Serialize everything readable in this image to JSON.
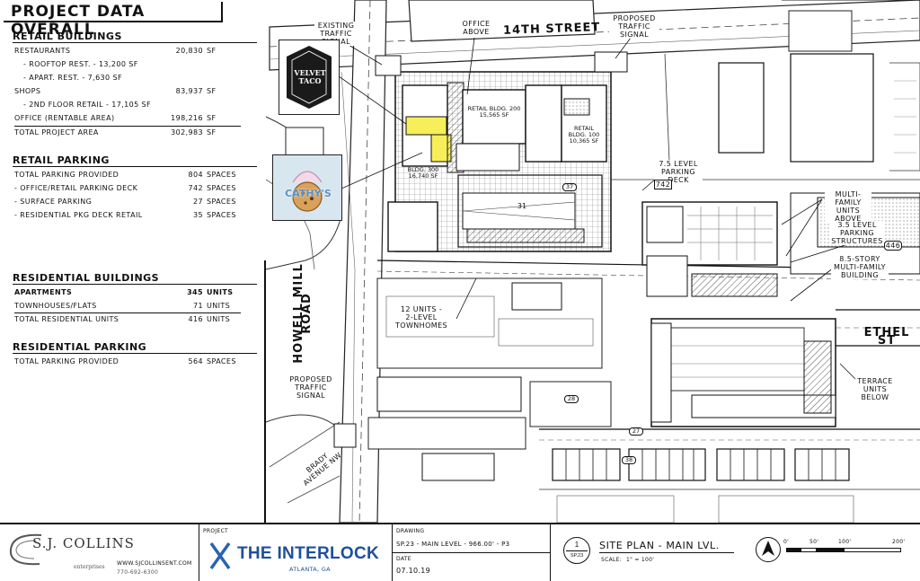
{
  "project_data": {
    "title": "PROJECT DATA OVERALL",
    "retail_buildings": {
      "heading": "RETAIL BUILDINGS",
      "rows": [
        {
          "label": "RESTAURANTS",
          "value": "20,830",
          "unit": "SF"
        },
        {
          "label": "- ROOFTOP REST. - 13,200 SF",
          "value": "",
          "unit": ""
        },
        {
          "label": "- APART. REST. - 7,630 SF",
          "value": "",
          "unit": ""
        },
        {
          "label": "SHOPS",
          "value": "83,937",
          "unit": "SF"
        },
        {
          "label": "- 2ND FLOOR RETAIL - 17,105 SF",
          "value": "",
          "unit": ""
        },
        {
          "label": "OFFICE (RENTABLE AREA)",
          "value": "198,216",
          "unit": "SF"
        },
        {
          "label": "TOTAL PROJECT AREA",
          "value": "302,983",
          "unit": "SF"
        }
      ]
    },
    "retail_parking": {
      "heading": "RETAIL PARKING",
      "rows": [
        {
          "label": "TOTAL PARKING PROVIDED",
          "value": "804",
          "unit": "SPACES"
        },
        {
          "label": "-  OFFICE/RETAIL PARKING DECK",
          "value": "742",
          "unit": "SPACES"
        },
        {
          "label": "-  SURFACE PARKING",
          "value": "27",
          "unit": "SPACES"
        },
        {
          "label": "-  RESIDENTIAL PKG DECK RETAIL",
          "value": "35",
          "unit": "SPACES"
        }
      ]
    },
    "residential_buildings": {
      "heading": "RESIDENTIAL BUILDINGS",
      "rows": [
        {
          "label": "APARTMENTS",
          "value": "345",
          "unit": "UNITS"
        },
        {
          "label": "TOWNHOUSES/FLATS",
          "value": "71",
          "unit": "UNITS"
        },
        {
          "label": "TOTAL RESIDENTIAL UNITS",
          "value": "416",
          "unit": "UNITS"
        }
      ]
    },
    "residential_parking": {
      "heading": "RESIDENTIAL PARKING",
      "rows": [
        {
          "label": "TOTAL PARKING PROVIDED",
          "value": "564",
          "unit": "SPACES"
        }
      ]
    }
  },
  "plan_labels": {
    "street_14th": "14TH STREET",
    "howell_mill": "HOWELL MILL ROAD",
    "ethel": "ETHEL ST",
    "brady": "BRADY AVENUE NW",
    "existing_signal": "EXISTING TRAFFIC SIGNAL",
    "office_above": "OFFICE ABOVE",
    "proposed_signal_top": "PROPOSED TRAFFIC SIGNAL",
    "proposed_signal_left": "PROPOSED TRAFFIC SIGNAL",
    "parking_deck": "7.5 LEVEL PARKING DECK",
    "parking_deck_count": "742",
    "multi_family": "MULTI-FAMILY UNITS ABOVE",
    "parking_structures": "3.5 LEVEL PARKING STRUCTURES",
    "parking_structures_count": "446",
    "multi_family_bldg": "8.5-STORY MULTI-FAMILY BUILDING",
    "townhomes": "12 UNITS - 2-LEVEL TOWNHOMES",
    "terrace": "TERRACE UNITS BELOW",
    "bldg200": "RETAIL BLDG. 200 15,565 SF",
    "bldg100": "RETAIL BLDG. 100 10,365 SF",
    "bldg300": "BLDG. 300 16,740 SF",
    "surface_count_1": "37",
    "surface_count_2": "28",
    "surface_count_3": "27",
    "surface_count_4": "38",
    "label_31": "31"
  },
  "logos": {
    "velvet_taco": "VELVET TACO",
    "cathys": "CATHY'S"
  },
  "title_block": {
    "firm_name": "S.J. COLLINS",
    "firm_sub": "enterprises",
    "firm_url": "WWW.SJCOLLINSENT.COM",
    "firm_phone": "770-692-6300",
    "project_label": "PROJECT",
    "project_name": "THE INTERLOCK",
    "project_city": "ATLANTA, GA",
    "drawing_label": "DRAWING",
    "drawing_value": "SP.23 - MAIN LEVEL - 966.00' - P3",
    "date_label": "DATE",
    "date_value": "07.10.19",
    "sheet_num": "1",
    "sheet_code": "SP.23",
    "sheet_title": "SITE PLAN - MAIN LVL.",
    "scale_label": "SCALE:",
    "scale_value": "1\" = 100'",
    "scale_bar": [
      "0'",
      "50'",
      "100'",
      "200'"
    ],
    "north": "N"
  }
}
